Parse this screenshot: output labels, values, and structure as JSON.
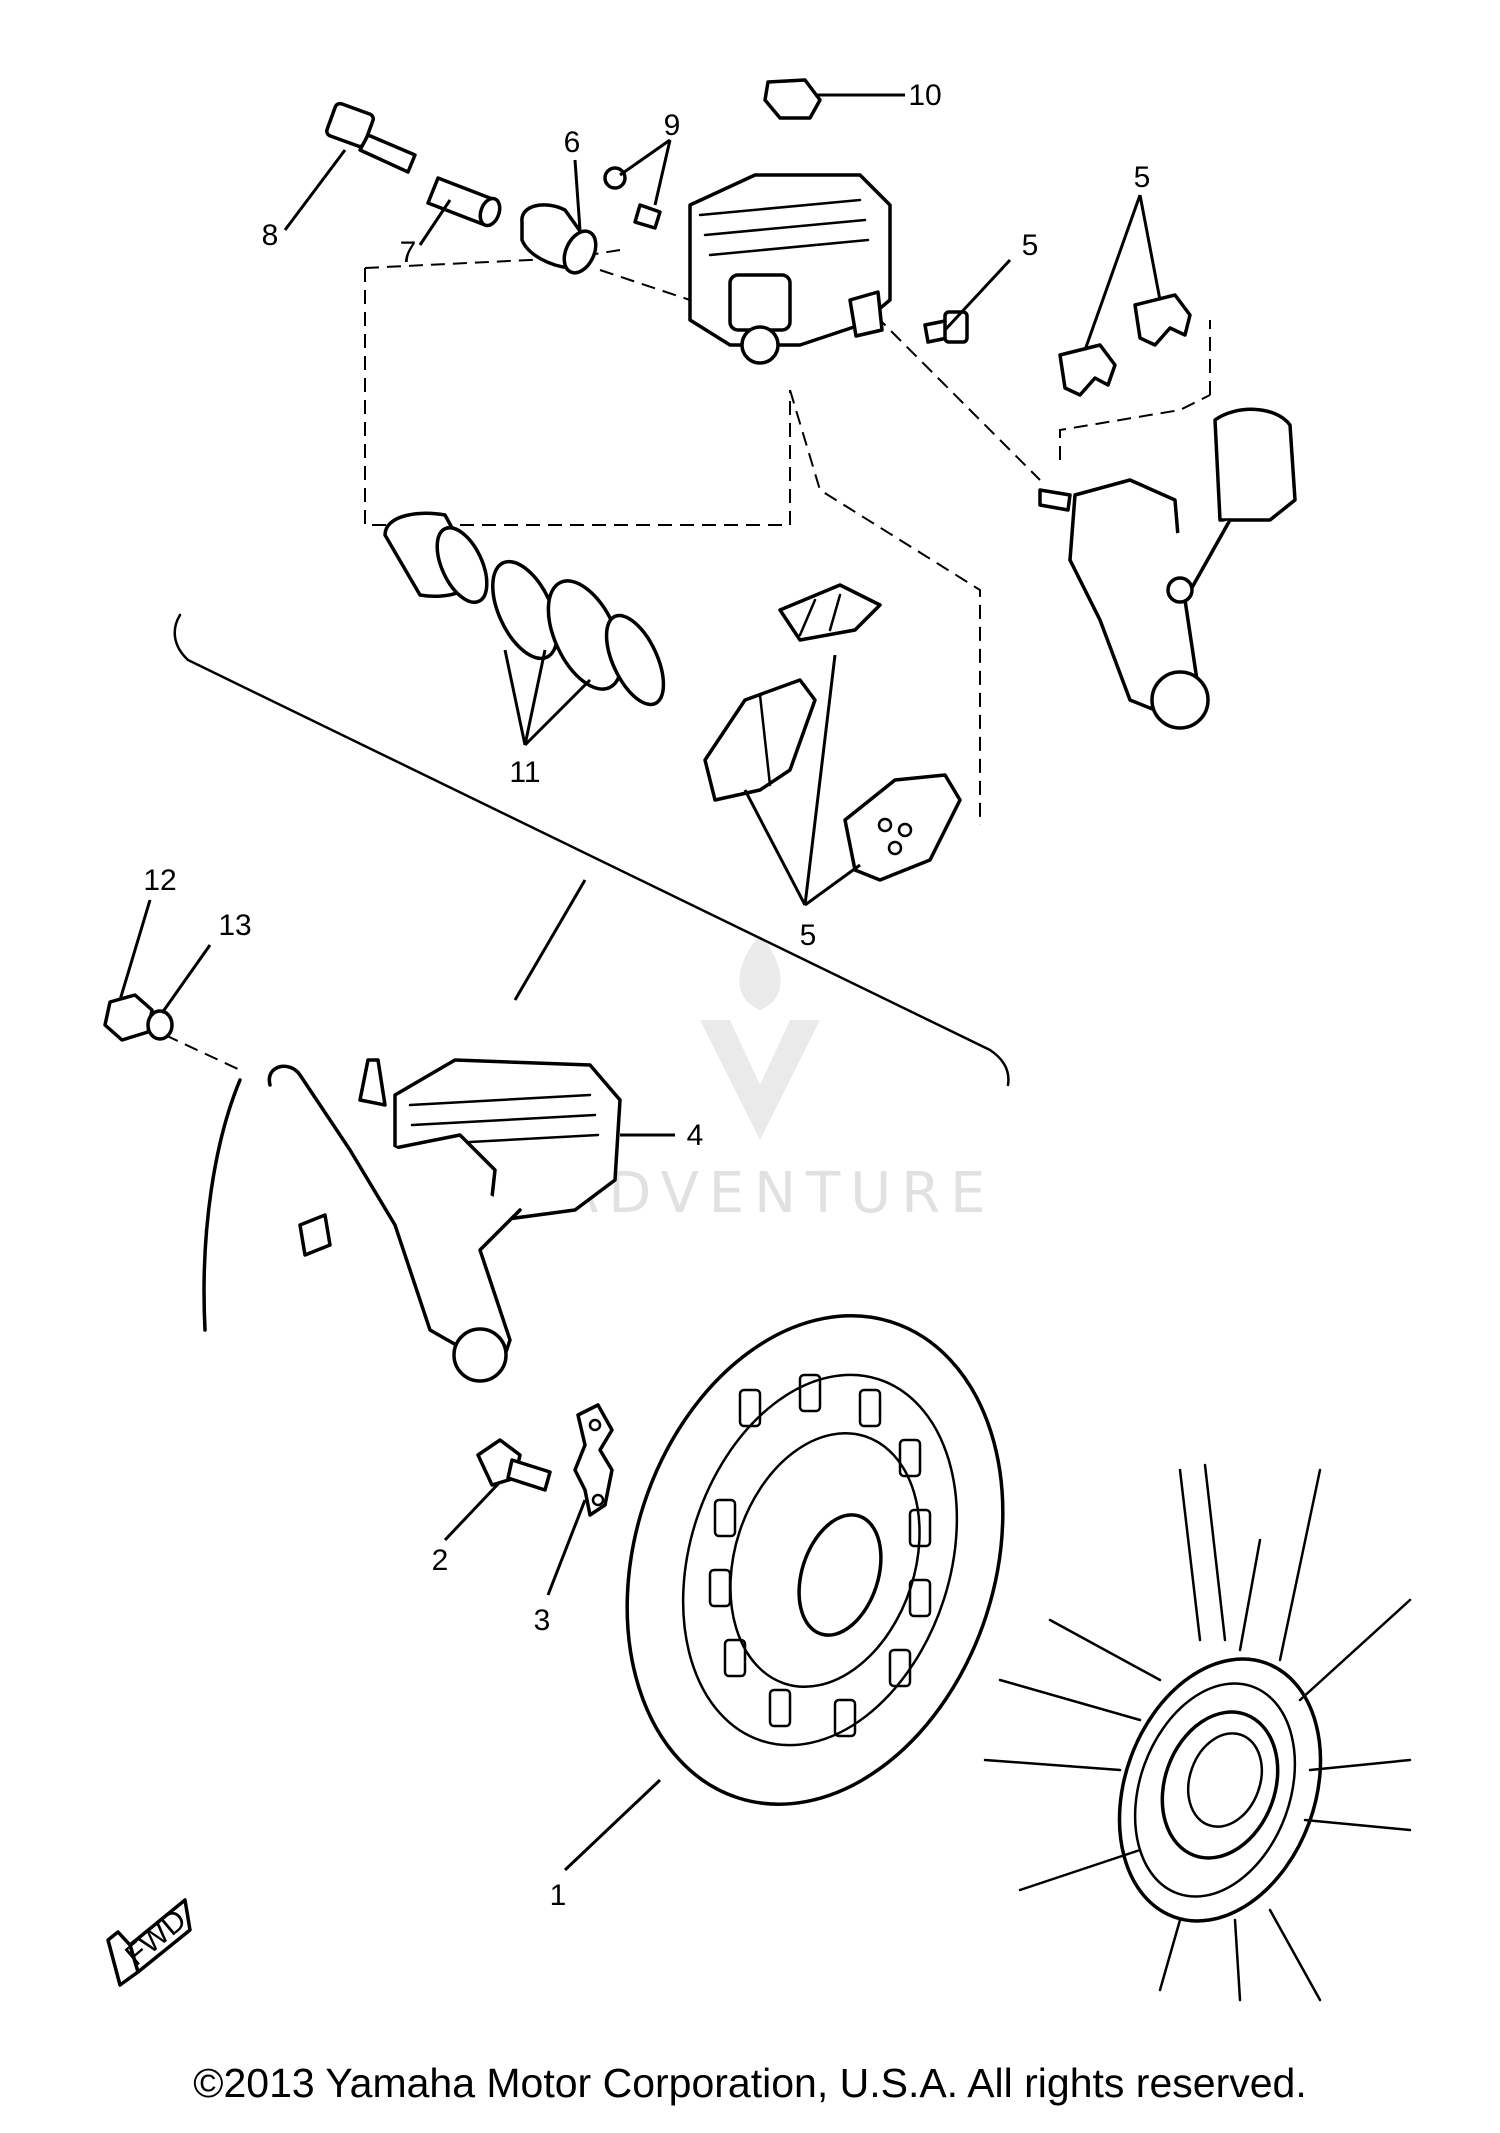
{
  "diagram": {
    "callouts": [
      "10",
      "9",
      "6",
      "8",
      "7",
      "5",
      "5",
      "11",
      "5",
      "12",
      "13",
      "4",
      "2",
      "3",
      "1"
    ],
    "fwd_label": "FWD",
    "watermark": "ADVENTURE"
  },
  "footer": {
    "copyright": "©2013 Yamaha Motor Corporation, U.S.A. All rights reserved."
  }
}
